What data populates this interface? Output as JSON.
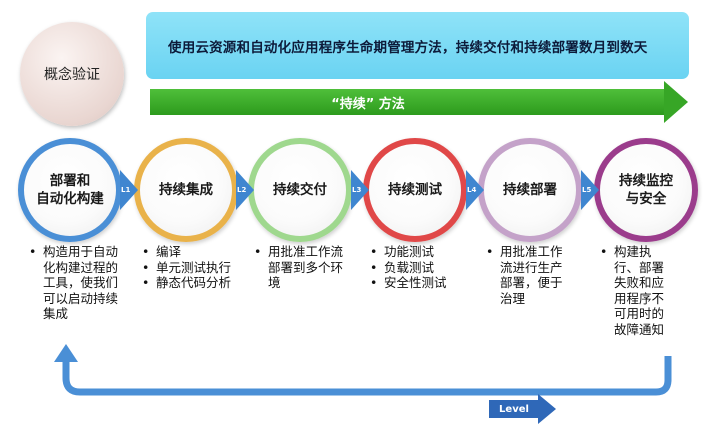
{
  "concept": {
    "label": "概念验证"
  },
  "banner": {
    "text": "使用云资源和自动化应用程序生命期管理方法，持续交付和持续部署数月到数天"
  },
  "method_arrow": {
    "label": "“持续” 方法",
    "color": "#37a626"
  },
  "phases": [
    {
      "label": "部署和\n自动化构建",
      "ring": "#4a8fd6",
      "step": "L1",
      "items": [
        "构造用于自动化构建过程的工具，使我们可以启动持续集成"
      ]
    },
    {
      "label": "持续集成",
      "ring": "#e9b24a",
      "step": "L2",
      "items": [
        "编译",
        "单元测试执行",
        "静态代码分析"
      ]
    },
    {
      "label": "持续交付",
      "ring": "#9fd88e",
      "step": "L3",
      "items": [
        "用批准工作流部署到多个环境"
      ]
    },
    {
      "label": "持续测试",
      "ring": "#e04848",
      "step": "L4",
      "items": [
        "功能测试",
        "负载测试",
        "安全性测试"
      ]
    },
    {
      "label": "持续部署",
      "ring": "#c4a2c9",
      "step": "L5",
      "items": [
        "用批准工作流进行生产部署，便于治理"
      ]
    },
    {
      "label": "持续监控\n与安全",
      "ring": "#9b3c8c",
      "step": "",
      "items": [
        "构建执行、部署失败和应用程序不可用时的故障通知"
      ]
    }
  ],
  "return_loop": {
    "color": "#4a8fd6"
  },
  "level": {
    "label": "Level",
    "color": "#2f68b8"
  }
}
